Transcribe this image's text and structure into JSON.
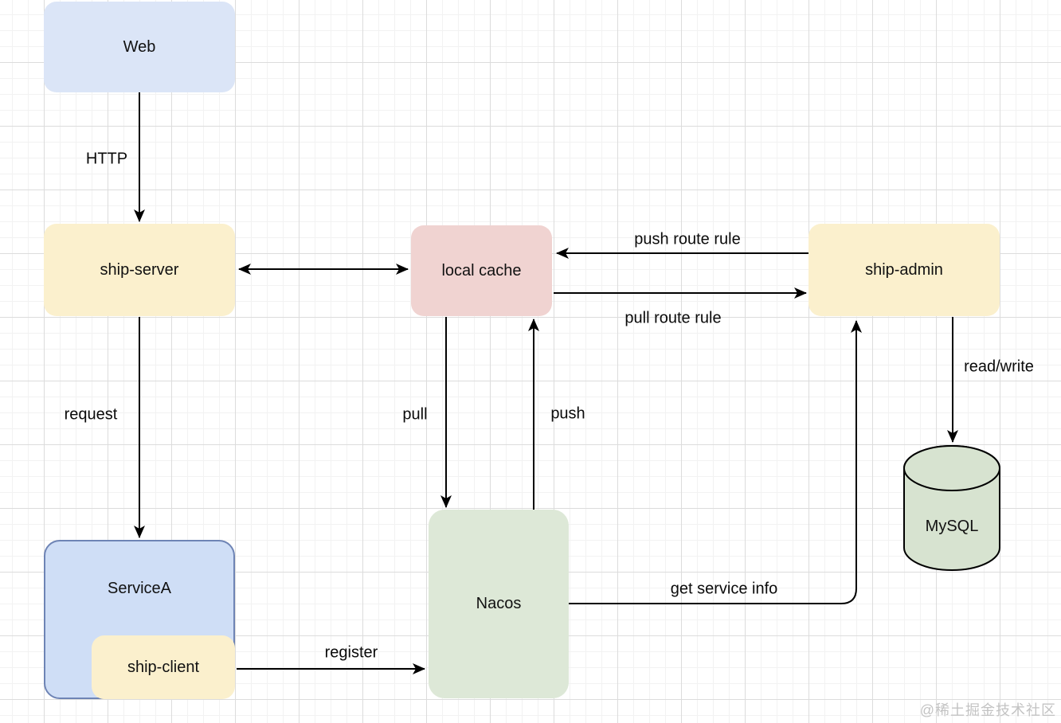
{
  "colors": {
    "node_blue_fill": "#dbe5f7",
    "node_blue_strong_fill": "#cfdef6",
    "node_blue_border": "#6e84b5",
    "node_yellow_fill": "#fbf0cd",
    "node_pink_fill": "#f0d3d1",
    "node_green_fill": "#dde8d7",
    "edge_line": "#000000",
    "watermark_text": "#c3c3c3"
  },
  "nodes": {
    "web": {
      "label": "Web"
    },
    "ship_server": {
      "label": "ship-server"
    },
    "local_cache": {
      "label": "local cache"
    },
    "ship_admin": {
      "label": "ship-admin"
    },
    "service_a": {
      "label": "ServiceA"
    },
    "ship_client": {
      "label": "ship-client"
    },
    "nacos": {
      "label": "Nacos"
    },
    "mysql": {
      "label": "MySQL"
    }
  },
  "edges": {
    "http": {
      "label": "HTTP",
      "from": "Web",
      "to": "ship-server",
      "direction": "down"
    },
    "server_cache": {
      "label": "",
      "from": "ship-server",
      "to": "local cache",
      "direction": "both"
    },
    "push_route_rule": {
      "label": "push route rule",
      "from": "ship-admin",
      "to": "local cache",
      "direction": "left"
    },
    "pull_route_rule": {
      "label": "pull route rule",
      "from": "local cache",
      "to": "ship-admin",
      "direction": "right"
    },
    "request": {
      "label": "request",
      "from": "ship-server",
      "to": "ServiceA",
      "direction": "down"
    },
    "pull": {
      "label": "pull",
      "from": "local cache",
      "to": "Nacos",
      "direction": "down"
    },
    "push": {
      "label": "push",
      "from": "Nacos",
      "to": "local cache",
      "direction": "up"
    },
    "register": {
      "label": "register",
      "from": "ship-client",
      "to": "Nacos",
      "direction": "right"
    },
    "get_service_info": {
      "label": "get service info",
      "from": "Nacos",
      "to": "ship-admin",
      "direction": "up"
    },
    "read_write": {
      "label": "read/write",
      "from": "ship-admin",
      "to": "MySQL",
      "direction": "down"
    }
  },
  "watermark": {
    "text": "@稀土掘金技术社区"
  }
}
